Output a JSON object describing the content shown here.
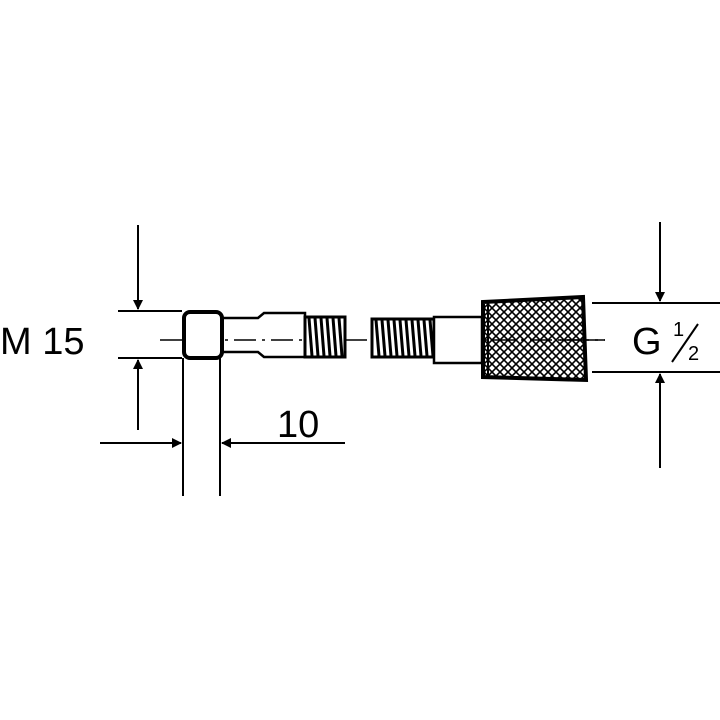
{
  "labels": {
    "thread_left": "M 15",
    "length": "10",
    "thread_right_letter": "G",
    "thread_right_fraction_num": "1",
    "thread_right_fraction_den": "2"
  }
}
